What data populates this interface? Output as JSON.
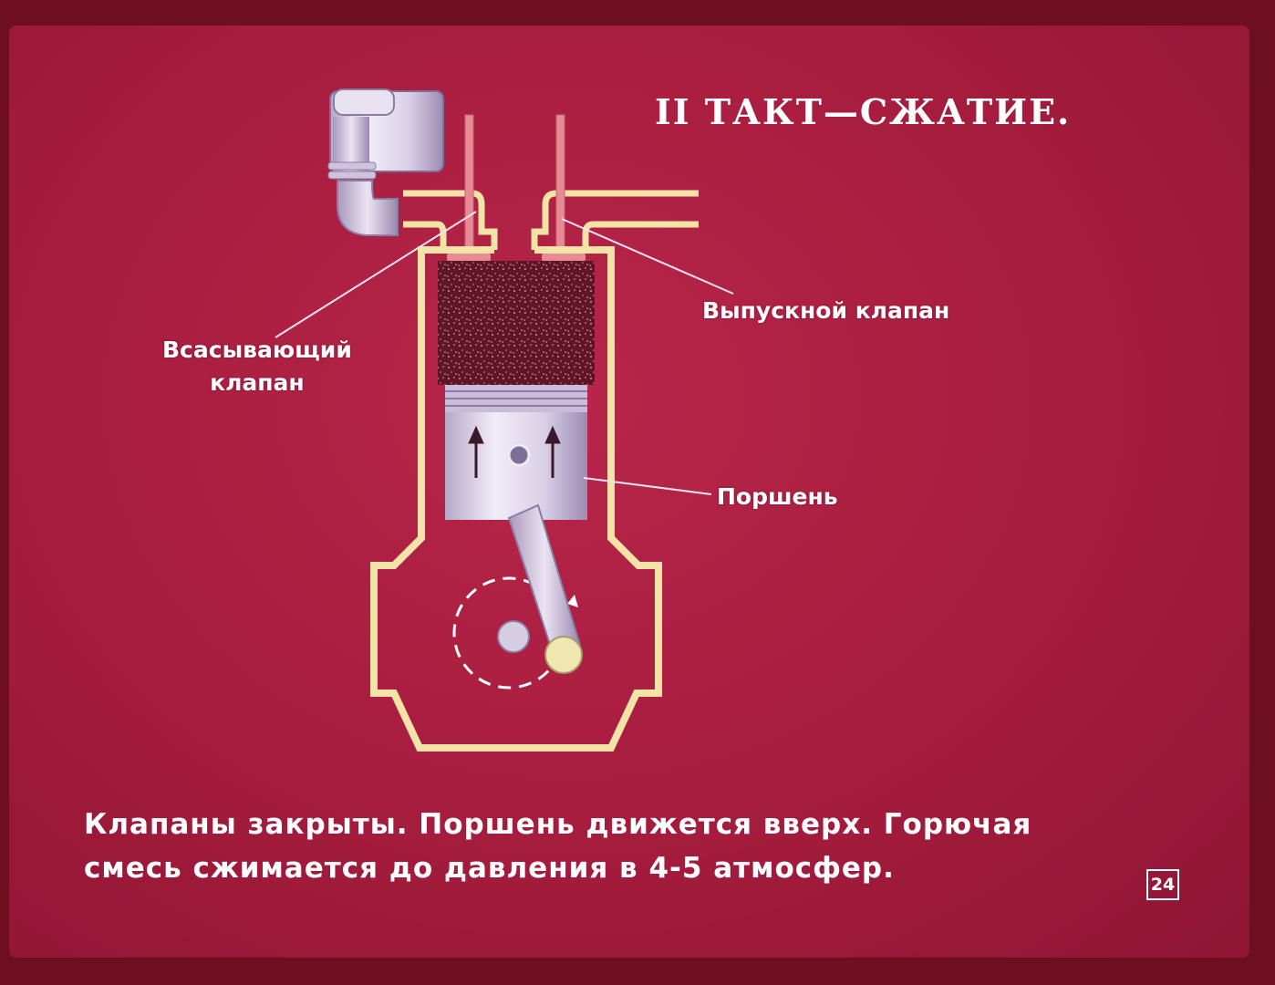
{
  "slide": {
    "title": "II ТАКТ—СЖАТИЕ.",
    "labels": {
      "intake_line1": "Всасывающий",
      "intake_line2": "клапан",
      "exhaust": "Выпускной клапан",
      "piston": "Поршень"
    },
    "caption_line1": "Клапаны закрыты. Поршень движется вверх. Горючая",
    "caption_line2": "смесь сжимается до давления в 4-5 атмосфер.",
    "page_number": "24"
  },
  "colors": {
    "background": "#a51c3e",
    "outline": "#f3e3a6",
    "metal": "#d9cfe6",
    "mixture": "#6a1a2a",
    "valve": "#e88a94"
  },
  "icons": [
    "up-arrow-icon",
    "rotation-arrow-icon"
  ]
}
